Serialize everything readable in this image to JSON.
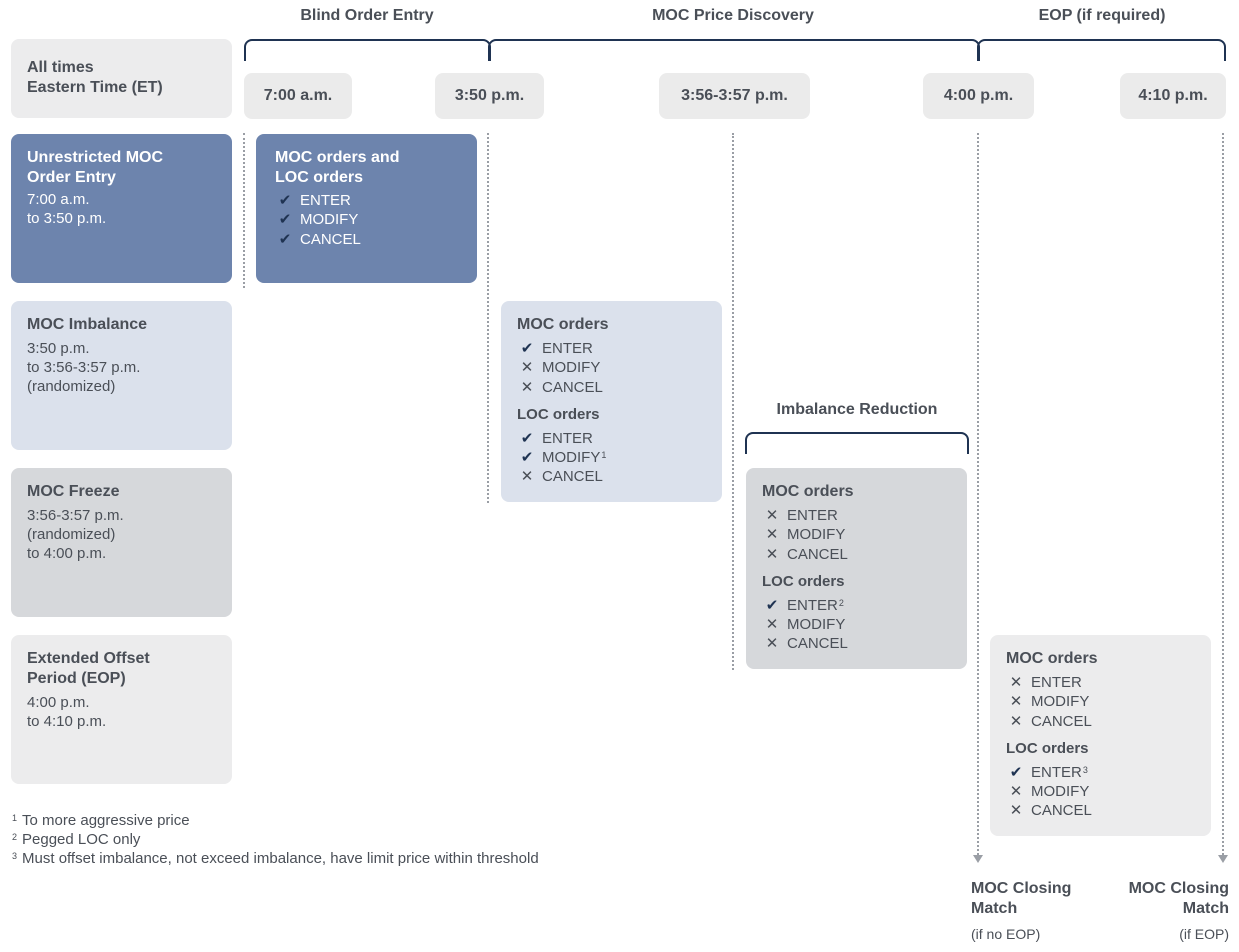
{
  "phases": {
    "blind": "Blind Order Entry",
    "price": "MOC Price Discovery",
    "eop": "EOP (if required)",
    "imbalance_reduction": "Imbalance Reduction"
  },
  "header_box": {
    "line1": "All times",
    "line2": "Eastern Time (ET)"
  },
  "times": [
    "7:00 a.m.",
    "3:50 p.m.",
    "3:56-3:57 p.m.",
    "4:00 p.m.",
    "4:10 p.m."
  ],
  "periods": [
    {
      "title1": "Unrestricted MOC",
      "title2": "Order Entry",
      "lines": [
        "7:00 a.m.",
        "to 3:50 p.m."
      ]
    },
    {
      "title1": "MOC Imbalance",
      "lines": [
        "3:50 p.m.",
        "to 3:56-3:57 p.m.",
        "(randomized)"
      ]
    },
    {
      "title1": "MOC Freeze",
      "lines": [
        "3:56-3:57 p.m.",
        "(randomized)",
        "to 4:00 p.m."
      ]
    },
    {
      "title1": "Extended Offset",
      "title2": "Period (EOP)",
      "lines": [
        "4:00 p.m.",
        "to 4:10 p.m."
      ]
    }
  ],
  "panels": {
    "p1": {
      "title1": "MOC orders and",
      "title2": "LOC orders",
      "actions": [
        {
          "label": "ENTER",
          "icon": "check"
        },
        {
          "label": "MODIFY",
          "icon": "check"
        },
        {
          "label": "CANCEL",
          "icon": "check"
        }
      ]
    },
    "p2": {
      "moc_title": "MOC orders",
      "moc": [
        {
          "label": "ENTER",
          "icon": "check"
        },
        {
          "label": "MODIFY",
          "icon": "cross"
        },
        {
          "label": "CANCEL",
          "icon": "cross"
        }
      ],
      "loc_title": "LOC orders",
      "loc": [
        {
          "label": "ENTER",
          "icon": "check",
          "sup": ""
        },
        {
          "label": "MODIFY",
          "icon": "check",
          "sup": "1"
        },
        {
          "label": "CANCEL",
          "icon": "cross",
          "sup": ""
        }
      ]
    },
    "p3": {
      "moc_title": "MOC orders",
      "moc": [
        {
          "label": "ENTER",
          "icon": "cross"
        },
        {
          "label": "MODIFY",
          "icon": "cross"
        },
        {
          "label": "CANCEL",
          "icon": "cross"
        }
      ],
      "loc_title": "LOC orders",
      "loc": [
        {
          "label": "ENTER",
          "icon": "check",
          "sup": "2"
        },
        {
          "label": "MODIFY",
          "icon": "cross",
          "sup": ""
        },
        {
          "label": "CANCEL",
          "icon": "cross",
          "sup": ""
        }
      ]
    },
    "p4": {
      "moc_title": "MOC orders",
      "moc": [
        {
          "label": "ENTER",
          "icon": "cross"
        },
        {
          "label": "MODIFY",
          "icon": "cross"
        },
        {
          "label": "CANCEL",
          "icon": "cross"
        }
      ],
      "loc_title": "LOC orders",
      "loc": [
        {
          "label": "ENTER",
          "icon": "check",
          "sup": "3"
        },
        {
          "label": "MODIFY",
          "icon": "cross",
          "sup": ""
        },
        {
          "label": "CANCEL",
          "icon": "cross",
          "sup": ""
        }
      ]
    }
  },
  "footnotes": [
    {
      "mark": "1",
      "text": "To more aggressive price"
    },
    {
      "mark": "2",
      "text": "Pegged LOC only"
    },
    {
      "mark": "3",
      "text": "Must offset imbalance, not exceed imbalance, have limit price within threshold"
    }
  ],
  "endpoints": [
    {
      "title1": "MOC Closing",
      "title2": "Match",
      "sub": "(if no EOP)"
    },
    {
      "title1": "MOC Closing",
      "title2": "Match",
      "sub": "(if EOP)"
    }
  ],
  "colors": {
    "dark_card": "#6d84ad",
    "light_card": "#dbe1ec",
    "grey_card": "#d6d8db",
    "pale_card": "#ececed",
    "bracket": "#1f3352"
  }
}
